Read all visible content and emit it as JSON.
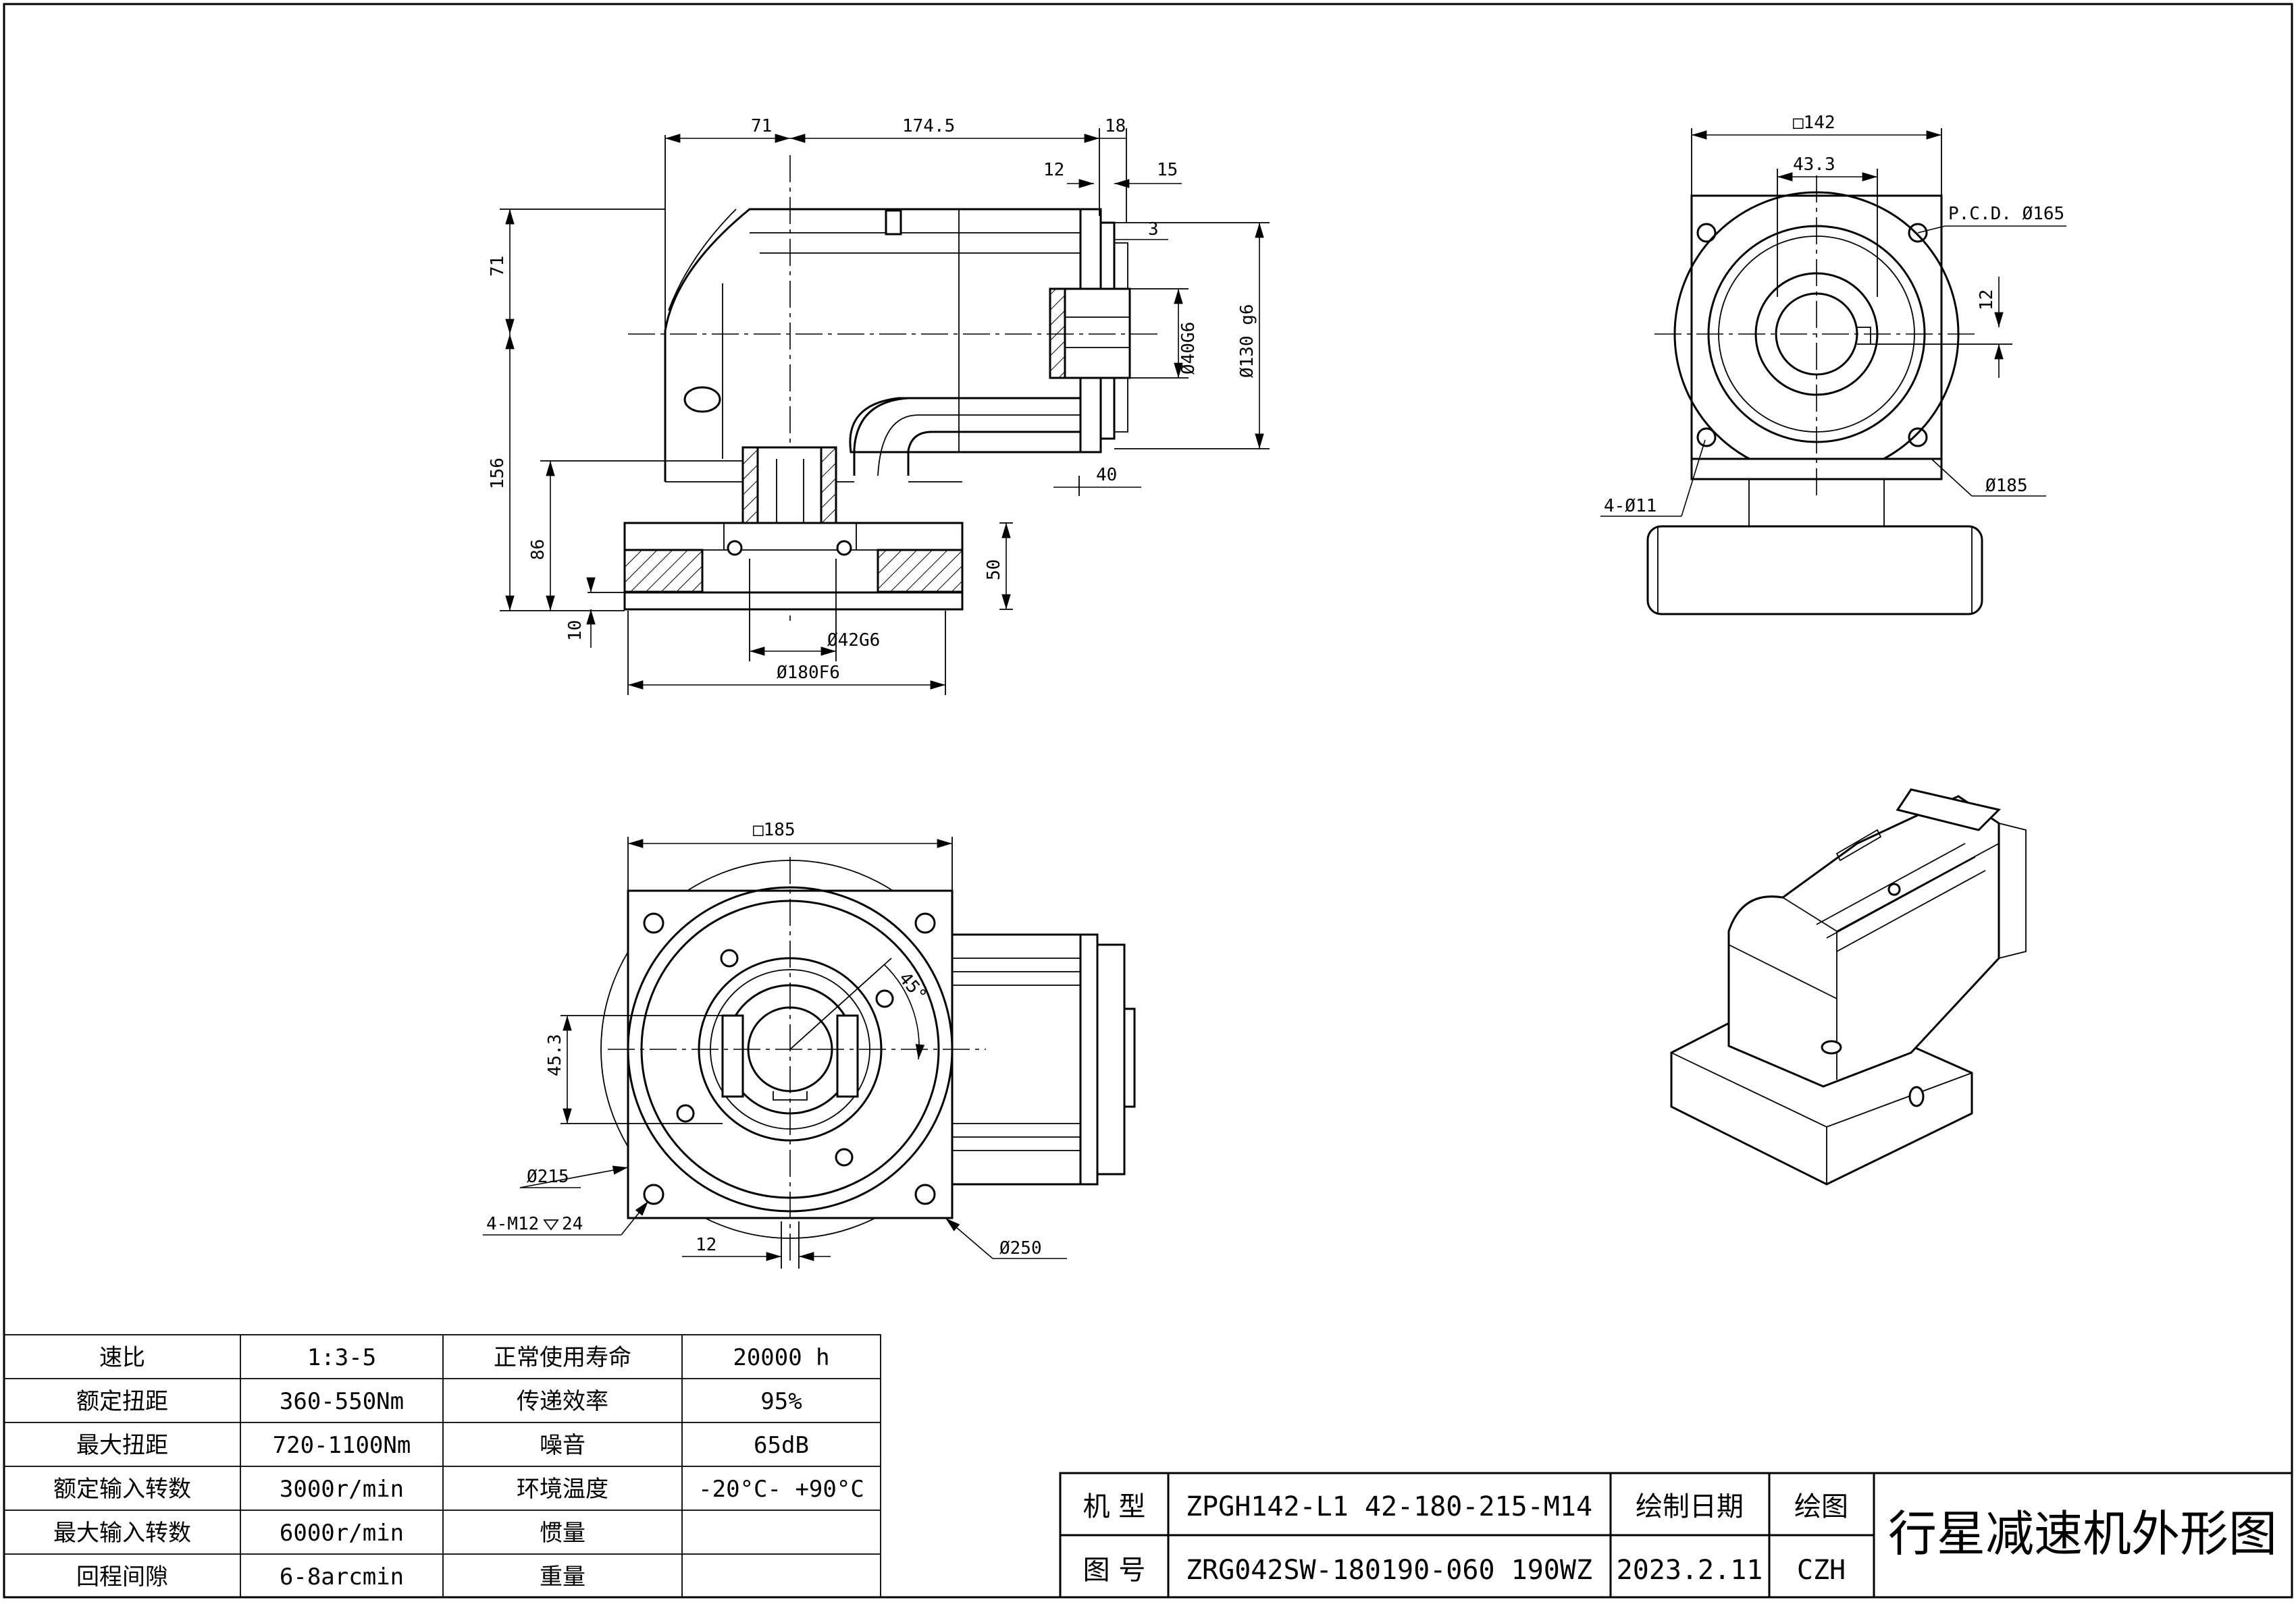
{
  "drawing": {
    "front_view": {
      "dims_top": [
        "71",
        "174.5",
        "18"
      ],
      "dims_top_small": [
        "12",
        "15",
        "3"
      ],
      "dims_left": [
        "71",
        "156",
        "86",
        "10"
      ],
      "dims_right": [
        "Ø40G6",
        "Ø130 g6",
        "50"
      ],
      "dim_40": "40",
      "dims_bottom": [
        "Ø42G6",
        "Ø180F6"
      ]
    },
    "side_view": {
      "square": "□142",
      "dim_43": "43.3",
      "pcd": "P.C.D. Ø165",
      "dim_12": "12",
      "dia_185": "Ø185",
      "holes": "4-Ø11"
    },
    "bottom_view": {
      "square": "□185",
      "angle": "45°",
      "dim_45": "45.3",
      "dia_215": "Ø215",
      "thread": "4-M12",
      "thread_depth": "24",
      "dim_12": "12",
      "dia_250": "Ø250"
    }
  },
  "spec_table": {
    "rows": [
      {
        "label": "速比",
        "value": "1:3-5",
        "label2": "正常使用寿命",
        "value2": "20000 h"
      },
      {
        "label": "额定扭距",
        "value": "360-550Nm",
        "label2": "传递效率",
        "value2": "95%"
      },
      {
        "label": "最大扭距",
        "value": "720-1100Nm",
        "label2": "噪音",
        "value2": "65dB"
      },
      {
        "label": "额定输入转数",
        "value": "3000r/min",
        "label2": "环境温度",
        "value2": "-20°C- +90°C"
      },
      {
        "label": "最大输入转数",
        "value": "6000r/min",
        "label2": "惯量",
        "value2": ""
      },
      {
        "label": "回程间隙",
        "value": "6-8arcmin",
        "label2": "重量",
        "value2": ""
      }
    ]
  },
  "title_block": {
    "model_label": "机  型",
    "model_value": "ZPGH142-L1 42-180-215-M14",
    "drawing_no_label": "图  号",
    "drawing_no_value": "ZRG042SW-180190-060 190WZ",
    "date_label": "绘制日期",
    "date_value": "2023.2.11",
    "drawn_label": "绘图",
    "drawn_value": "CZH",
    "title": "行星减速机外形图"
  }
}
